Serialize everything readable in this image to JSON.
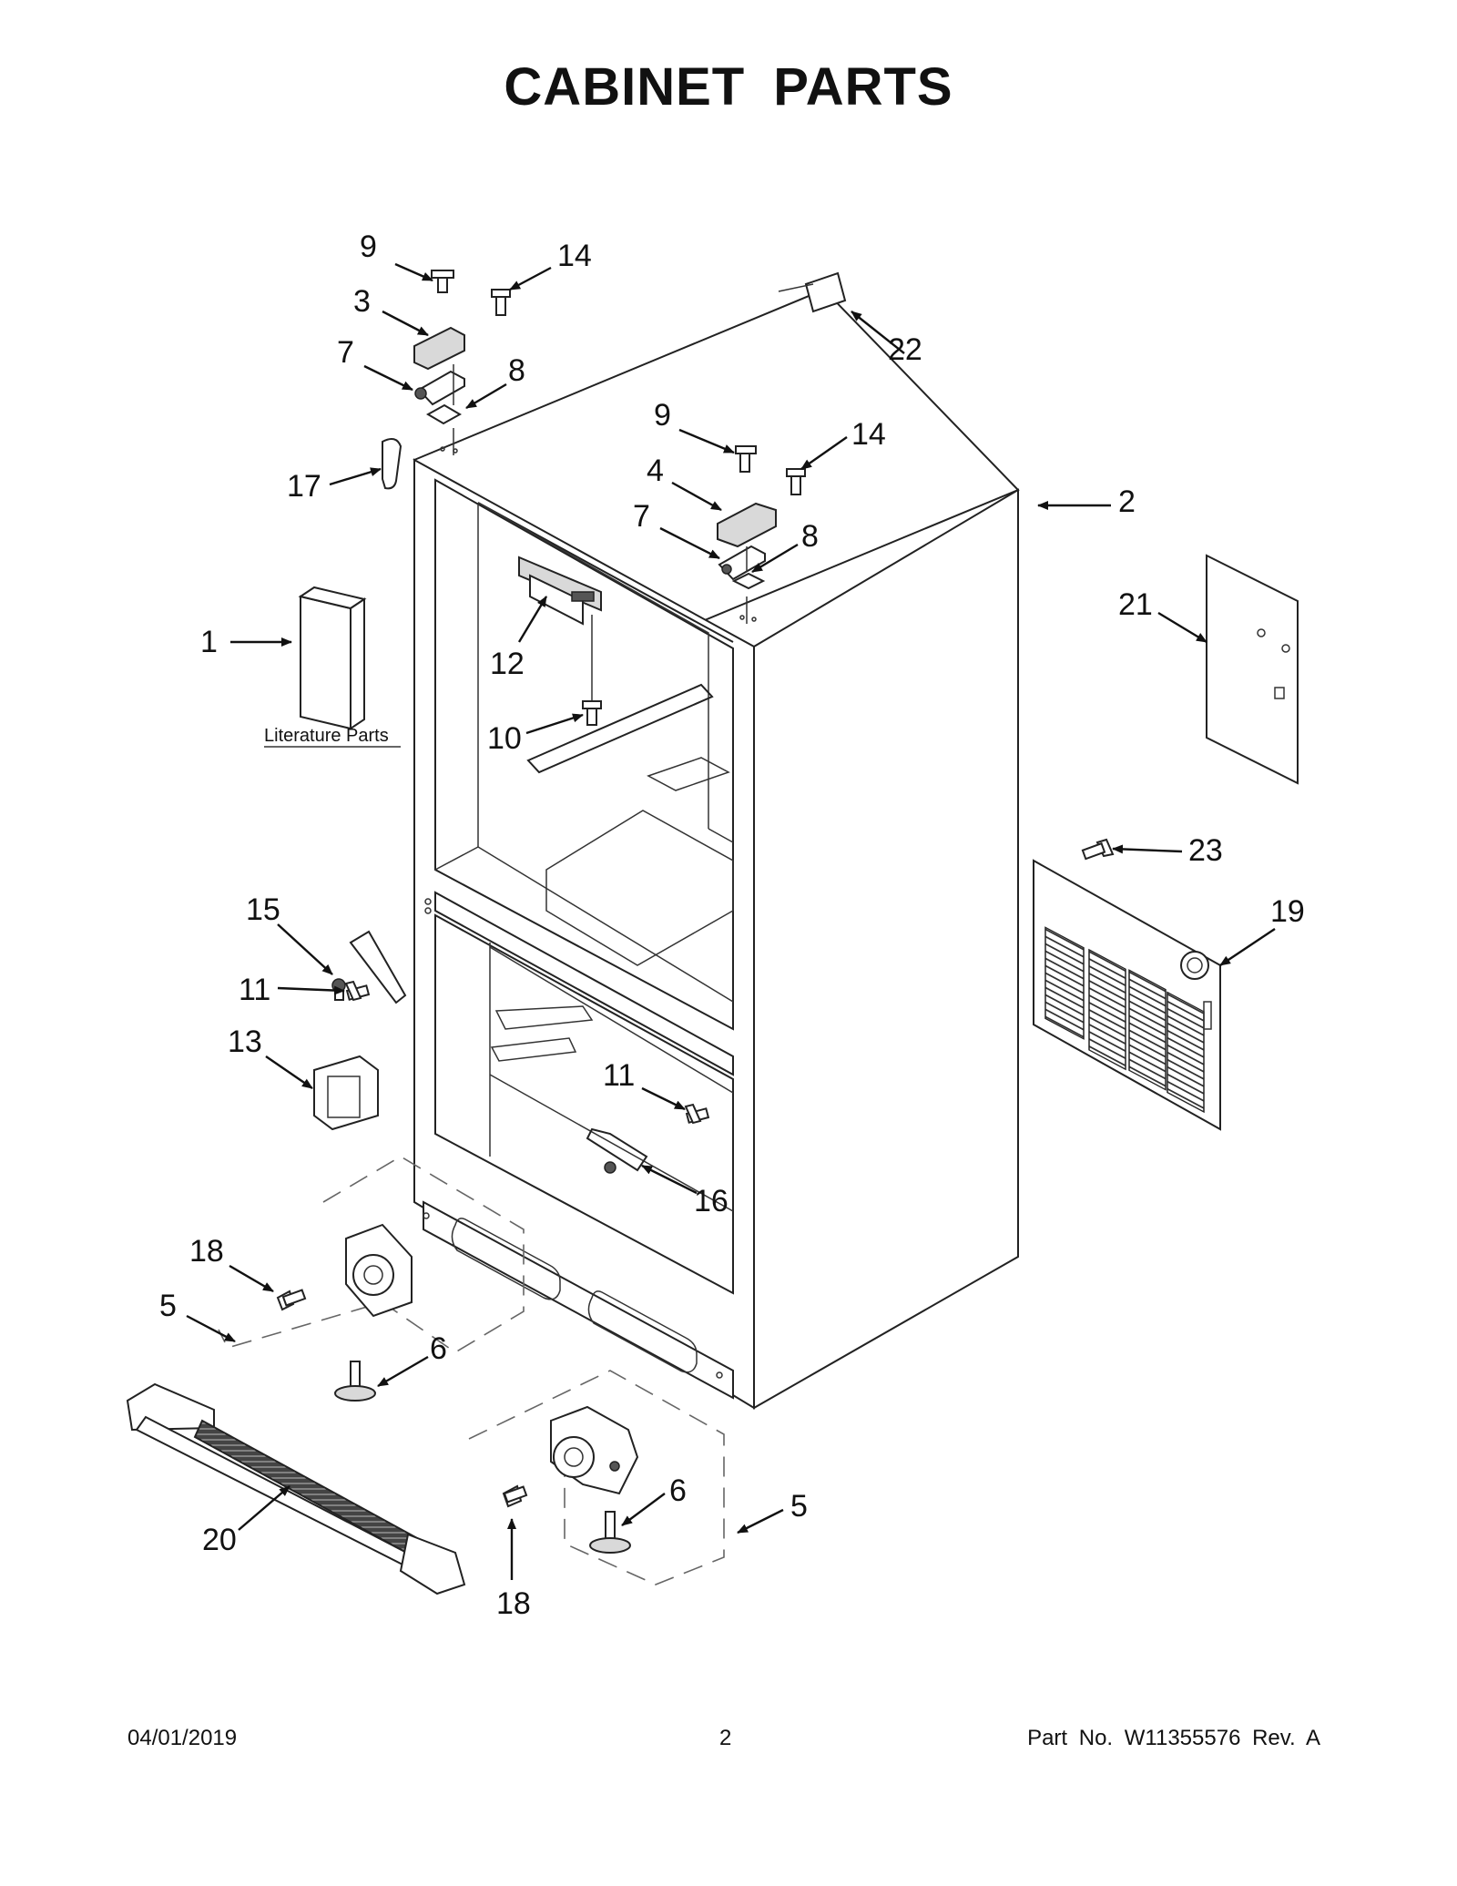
{
  "page": {
    "title": "CABINET PARTS",
    "literature_label": "Literature Parts",
    "footer": {
      "date": "04/01/2019",
      "page_number": "2",
      "part_number": "Part No.  W11355576  Rev.  A"
    }
  },
  "callouts": [
    {
      "id": "c9a",
      "label": "9"
    },
    {
      "id": "c14a",
      "label": "14"
    },
    {
      "id": "c3",
      "label": "3"
    },
    {
      "id": "c7a",
      "label": "7"
    },
    {
      "id": "c8a",
      "label": "8"
    },
    {
      "id": "c22",
      "label": "22"
    },
    {
      "id": "c17",
      "label": "17"
    },
    {
      "id": "c9b",
      "label": "9"
    },
    {
      "id": "c14b",
      "label": "14"
    },
    {
      "id": "c4",
      "label": "4"
    },
    {
      "id": "c7b",
      "label": "7"
    },
    {
      "id": "c8b",
      "label": "8"
    },
    {
      "id": "c2",
      "label": "2"
    },
    {
      "id": "c21",
      "label": "21"
    },
    {
      "id": "c1",
      "label": "1"
    },
    {
      "id": "c12",
      "label": "12"
    },
    {
      "id": "c10",
      "label": "10"
    },
    {
      "id": "c23",
      "label": "23"
    },
    {
      "id": "c19",
      "label": "19"
    },
    {
      "id": "c15",
      "label": "15"
    },
    {
      "id": "c11a",
      "label": "11"
    },
    {
      "id": "c13",
      "label": "13"
    },
    {
      "id": "c11b",
      "label": "11"
    },
    {
      "id": "c16",
      "label": "16"
    },
    {
      "id": "c18a",
      "label": "18"
    },
    {
      "id": "c5a",
      "label": "5"
    },
    {
      "id": "c6a",
      "label": "6"
    },
    {
      "id": "c20",
      "label": "20"
    },
    {
      "id": "c6b",
      "label": "6"
    },
    {
      "id": "c5b",
      "label": "5"
    },
    {
      "id": "c18b",
      "label": "18"
    }
  ]
}
